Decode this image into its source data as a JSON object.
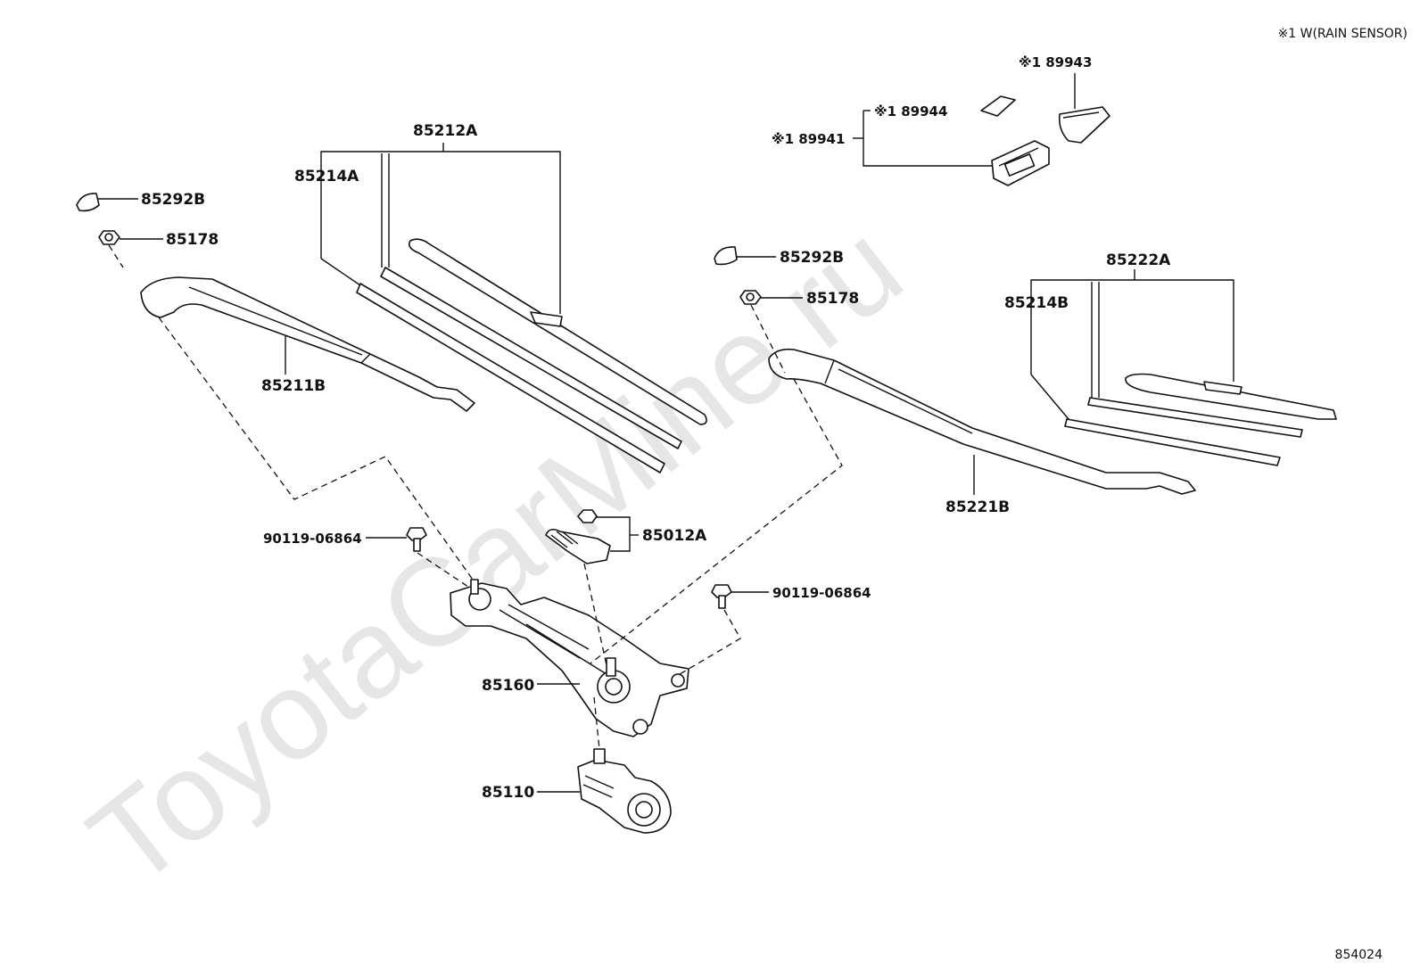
{
  "header": {
    "note": "※1 W(RAIN SENSOR)"
  },
  "watermark": "ToyotaCarMine.ru",
  "footer": {
    "diagram_code": "854024"
  },
  "labels": {
    "p85292B_left": "85292B",
    "p85178_left": "85178",
    "p85212A": "85212A",
    "p85214A": "85214A",
    "p85211B": "85211B",
    "p85292B_right": "85292B",
    "p85178_right": "85178",
    "p85222A": "85222A",
    "p85214B": "85214B",
    "p85221B": "85221B",
    "p89943": "※1 89943",
    "p89944": "※1 89944",
    "p89941": "※1 89941",
    "p85012A": "85012A",
    "p90119_left": "90119-06864",
    "p90119_right": "90119-06864",
    "p85160": "85160",
    "p85110": "85110"
  }
}
